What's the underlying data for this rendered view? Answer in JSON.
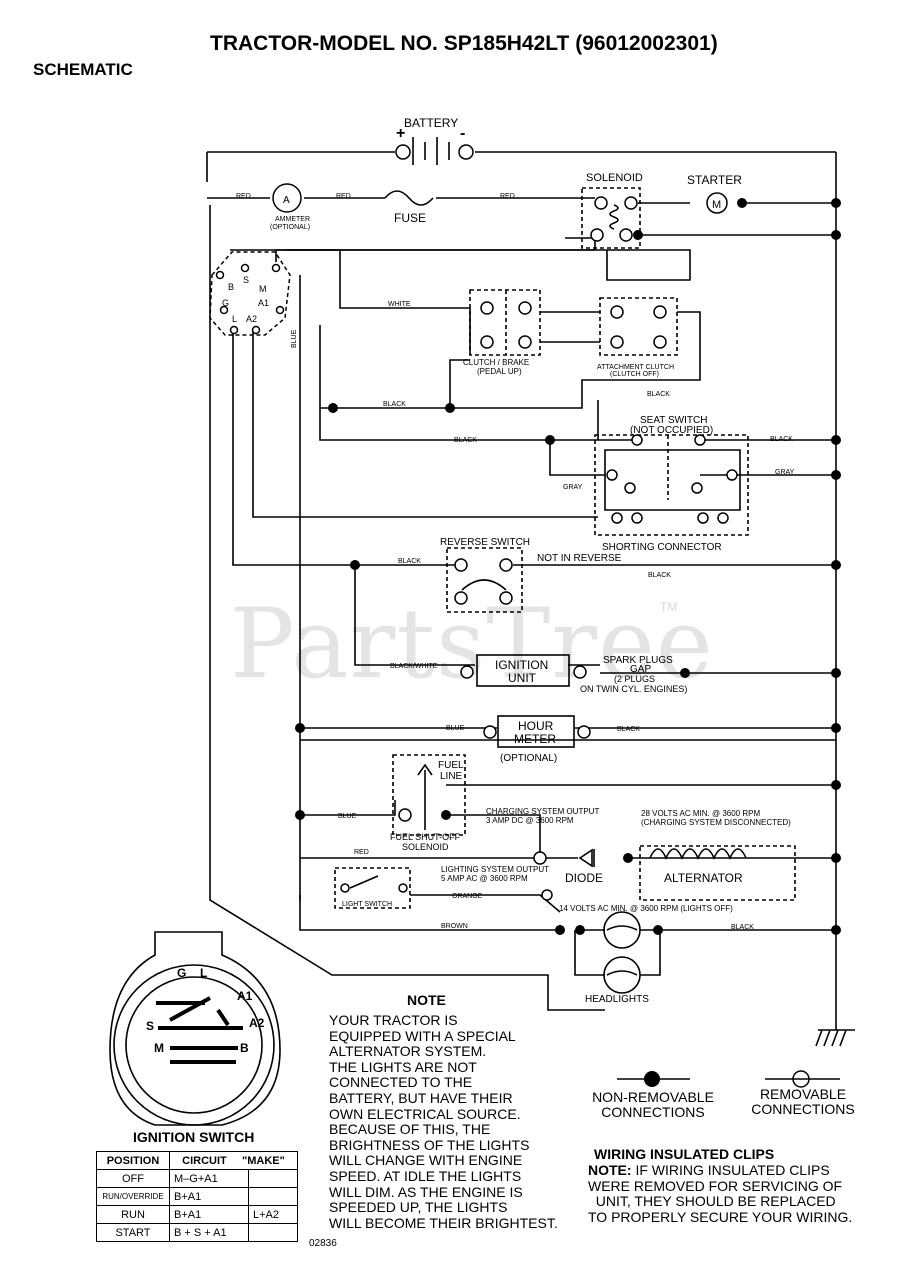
{
  "header": {
    "title": "TRACTOR-MODEL NO. SP185H42LT (96012002301)",
    "section": "SCHEMATIC"
  },
  "watermark": {
    "text": "PartsTree",
    "tm": "TM"
  },
  "components": {
    "battery": "BATTERY",
    "battery_plus": "+",
    "battery_minus": "-",
    "ammeter": "AMMETER",
    "ammeter_optional": "(OPTIONAL)",
    "ammeter_symbol": "A",
    "fuse": "FUSE",
    "solenoid": "SOLENOID",
    "starter": "STARTER",
    "starter_symbol": "M",
    "clutch_brake": "CLUTCH / BRAKE",
    "clutch_brake_state": "(PEDAL UP)",
    "attachment_clutch": "ATTACHMENT CLUTCH",
    "attachment_clutch_state": "(CLUTCH OFF)",
    "seat_switch": "SEAT SWITCH",
    "seat_switch_state": "(NOT OCCUPIED)",
    "shorting_connector": "SHORTING CONNECTOR",
    "reverse_switch": "REVERSE SWITCH",
    "not_in_reverse": "NOT IN REVERSE",
    "ignition_unit_1": "IGNITION",
    "ignition_unit_2": "UNIT",
    "spark_plugs": "SPARK PLUGS",
    "gap": "GAP",
    "plugs_note_1": "(2 PLUGS",
    "plugs_note_2": "ON TWIN CYL. ENGINES)",
    "hour_meter_1": "HOUR",
    "hour_meter_2": "METER",
    "hour_meter_optional": "(OPTIONAL)",
    "fuel_line_1": "FUEL",
    "fuel_line_2": "LINE",
    "fuel_shutoff_1": "FUEL SHUT-OFF",
    "fuel_shutoff_2": "SOLENOID",
    "charging_output_1": "CHARGING SYSTEM OUTPUT",
    "charging_output_2": "3 AMP DC @ 3600 RPM",
    "volts_dc_1": "28 VOLTS AC MIN. @ 3600 RPM",
    "volts_dc_2": "(CHARGING SYSTEM DISCONNECTED)",
    "lighting_output_1": "LIGHTING SYSTEM OUTPUT",
    "lighting_output_2": "5 AMP AC @ 3600 RPM",
    "diode": "DIODE",
    "alternator": "ALTERNATOR",
    "light_switch": "LIGHT SWITCH",
    "volts_ac_lights": "14 VOLTS AC MIN. @ 3600 RPM (LIGHTS OFF)",
    "headlights": "HEADLIGHTS"
  },
  "switch_terminals": [
    "B",
    "S",
    "M",
    "G",
    "A1",
    "L",
    "A2"
  ],
  "wire_colors": {
    "red": "RED",
    "white": "WHITE",
    "blue": "BLUE",
    "black": "BLACK",
    "gray": "GRAY",
    "black_white": "BLACK/WHITE",
    "orange": "ORANGE",
    "brown": "BROWN"
  },
  "note": {
    "heading": "NOTE",
    "lines": [
      "YOUR TRACTOR IS",
      "EQUIPPED WITH A SPECIAL",
      "ALTERNATOR SYSTEM.",
      "THE LIGHTS ARE NOT",
      "CONNECTED TO THE",
      "BATTERY, BUT HAVE THEIR",
      "OWN ELECTRICAL SOURCE.",
      "BECAUSE OF THIS, THE",
      "BRIGHTNESS OF THE LIGHTS",
      "WILL CHANGE WITH ENGINE",
      "SPEED.  AT IDLE THE LIGHTS",
      "WILL DIM.  AS THE ENGINE IS",
      "SPEEDED UP, THE LIGHTS",
      "WILL BECOME THEIR BRIGHTEST."
    ]
  },
  "legend": {
    "non_removable_1": "NON-REMOVABLE",
    "non_removable_2": "CONNECTIONS",
    "removable_1": "REMOVABLE",
    "removable_2": "CONNECTIONS"
  },
  "clips": {
    "heading": "WIRING INSULATED CLIPS",
    "note_label": "NOTE:",
    "lines": [
      " IF WIRING INSULATED CLIPS",
      "WERE REMOVED FOR SERVICING OF",
      "  UNIT, THEY SHOULD BE REPLACED",
      "TO PROPERLY SECURE YOUR WIRING."
    ]
  },
  "ignition_switch": {
    "heading": "IGNITION SWITCH",
    "face_labels": [
      "G",
      "L",
      "A1",
      "S",
      "A2",
      "M",
      "B"
    ],
    "columns": [
      "POSITION",
      "CIRCUIT",
      "\"MAKE\""
    ],
    "rows": [
      {
        "position": "OFF",
        "circuit": "M–G+A1",
        "extra": ""
      },
      {
        "position": "RUN/OVERRIDE",
        "circuit": "B+A1",
        "extra": ""
      },
      {
        "position": "RUN",
        "circuit": "B+A1",
        "extra": "L+A2"
      },
      {
        "position": "START",
        "circuit": "B + S + A1",
        "extra": ""
      }
    ]
  },
  "drawing_code": "02836"
}
